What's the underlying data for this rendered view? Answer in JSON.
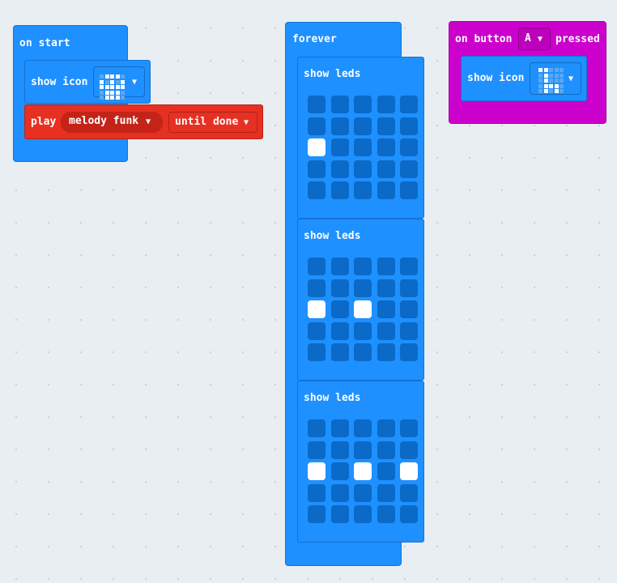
{
  "on_start": {
    "label": "on start",
    "show_icon_label": "show icon",
    "icon_name": "skull-icon",
    "play_label": "play",
    "melody": "melody funk",
    "until": "until done"
  },
  "forever": {
    "label": "forever",
    "show_leds_label": "show leds",
    "led_blocks": [
      [
        [
          0,
          0,
          0,
          0,
          0
        ],
        [
          0,
          0,
          0,
          0,
          0
        ],
        [
          1,
          0,
          0,
          0,
          0
        ],
        [
          0,
          0,
          0,
          0,
          0
        ],
        [
          0,
          0,
          0,
          0,
          0
        ]
      ],
      [
        [
          0,
          0,
          0,
          0,
          0
        ],
        [
          0,
          0,
          0,
          0,
          0
        ],
        [
          1,
          0,
          1,
          0,
          0
        ],
        [
          0,
          0,
          0,
          0,
          0
        ],
        [
          0,
          0,
          0,
          0,
          0
        ]
      ],
      [
        [
          0,
          0,
          0,
          0,
          0
        ],
        [
          0,
          0,
          0,
          0,
          0
        ],
        [
          1,
          0,
          1,
          0,
          1
        ],
        [
          0,
          0,
          0,
          0,
          0
        ],
        [
          0,
          0,
          0,
          0,
          0
        ]
      ]
    ]
  },
  "button": {
    "on_label": "on button",
    "button_value": "A",
    "pressed_label": "pressed",
    "show_icon_label": "show icon",
    "icon_name": "giraffe-icon"
  },
  "colors": {
    "basic_blue": "#1e90ff",
    "input_magenta": "#cc00cc",
    "music_red": "#e63022"
  }
}
